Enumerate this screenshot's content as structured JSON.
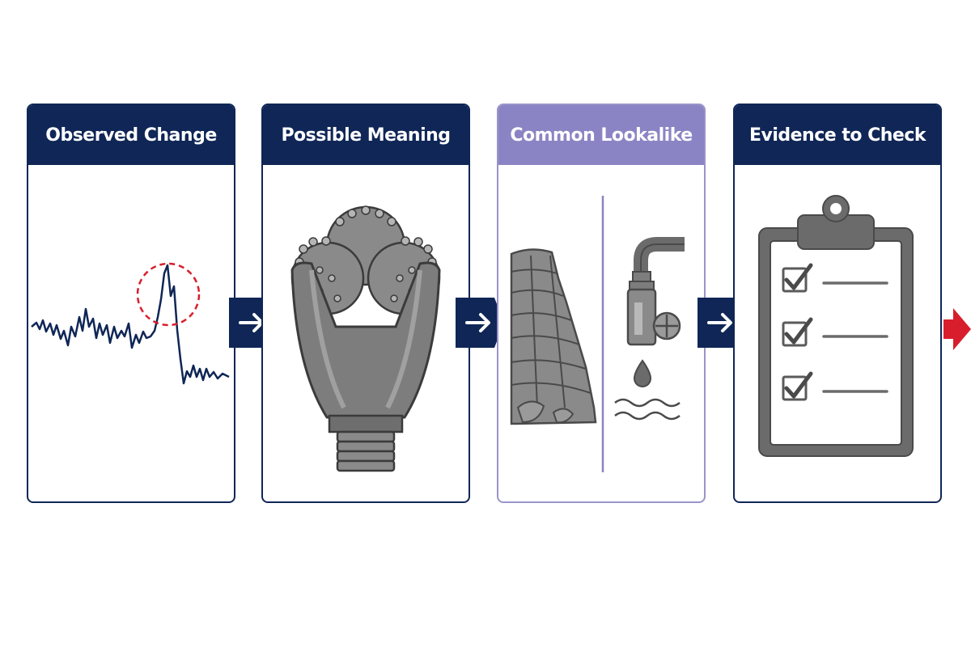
{
  "panels": [
    {
      "id": "observed",
      "title": "Observed Change",
      "icon": "signal-spike-chart-icon"
    },
    {
      "id": "meaning",
      "title": "Possible Meaning",
      "icon": "drill-bit-icon"
    },
    {
      "id": "lookalike",
      "title": "Common Lookalike",
      "icon": "rock-and-valve-icon"
    },
    {
      "id": "evidence",
      "title": "Evidence to Check",
      "icon": "checklist-clipboard-icon"
    }
  ],
  "colors": {
    "navy": "#0f2656",
    "lavender": "#8b84c4",
    "accent_red": "#d81e2c",
    "gray": "#6b6b6b"
  }
}
